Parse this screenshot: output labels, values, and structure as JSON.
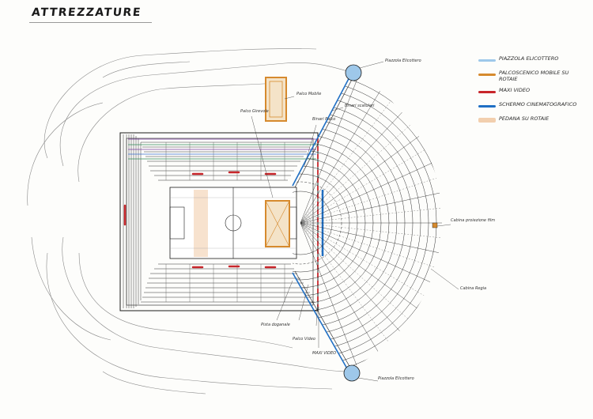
{
  "title": "ATTREZZATURE",
  "legend": [
    {
      "label": "PIAZZOLA ELICOTTERO",
      "color": "#9ec8ea"
    },
    {
      "label": "PALCOSCENICO MOBILE SU ROTAIE",
      "color": "#d68a2e"
    },
    {
      "label": "MAXI VIDEO",
      "color": "#c8262b"
    },
    {
      "label": "SCHERMO CINEMATOGRAFICO",
      "color": "#1f6fc4"
    },
    {
      "label": "PEDANA SU ROTAIE",
      "color": "#f2cfae"
    }
  ],
  "annotations": {
    "heli_top": "Piazzola Elicottero",
    "heli_bottom": "Piazzola Elicottero",
    "palco_girevole": "Palco Girevole",
    "palco_mobile": "Palco Mobile",
    "binari_rotaie": "Binari Palco",
    "binari_scatolari": "Binari scatolari",
    "cabina_proiezione": "Cabina proiezione film",
    "cabina_regia": "Cabina Regia",
    "pista_dogana": "Pista doganale",
    "maxi_video": "MAXI VIDEO",
    "palco_video": "Palco Video"
  },
  "colors": {
    "helipad": "#9ec8ea",
    "stage": "#d68a2e",
    "maxi_video": "#c8262b",
    "screen": "#1f6fc4",
    "platform": "#f2cfae",
    "ink": "#1a1a1a"
  }
}
